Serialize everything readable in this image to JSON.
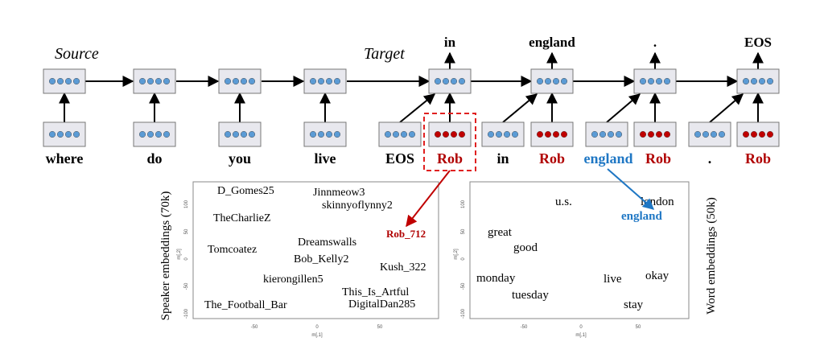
{
  "labels": {
    "source": "Source",
    "target": "Target"
  },
  "outputs": [
    "in",
    "england",
    ".",
    "EOS"
  ],
  "source_words": [
    "where",
    "do",
    "you",
    "live"
  ],
  "target_inputs": [
    {
      "word": "EOS",
      "speaker": "Rob"
    },
    {
      "word": "in",
      "speaker": "Rob"
    },
    {
      "word": "england",
      "speaker": "Rob"
    },
    {
      "word": ".",
      "speaker": "Rob"
    }
  ],
  "colors": {
    "speaker": "#b00000",
    "highlight_word": "#1f77c4",
    "node_blue": "#5b9bd5",
    "node_red": "#c00000",
    "box_fill": "#e8e8ee"
  },
  "speaker_plot": {
    "ylabel": "Speaker embeddings (70k)",
    "axis_x_label": "m[,1]",
    "axis_y_label": "m[,2]",
    "xticks": [
      "-50",
      "0",
      "50"
    ],
    "yticks": [
      "100",
      "50",
      "0",
      "-50",
      "-100"
    ],
    "points": [
      {
        "name": "D_Gomes25"
      },
      {
        "name": "Jinnmeow3"
      },
      {
        "name": "skinnyoflynny2"
      },
      {
        "name": "TheCharlieZ"
      },
      {
        "name": "Rob_712",
        "highlight": true
      },
      {
        "name": "Dreamswalls"
      },
      {
        "name": "Tomcoatez"
      },
      {
        "name": "Bob_Kelly2"
      },
      {
        "name": "Kush_322"
      },
      {
        "name": "kierongillen5"
      },
      {
        "name": "This_Is_Artful"
      },
      {
        "name": "DigitalDan285"
      },
      {
        "name": "The_Football_Bar"
      }
    ]
  },
  "word_plot": {
    "ylabel": "Word embeddings (50k)",
    "axis_x_label": "m[,1]",
    "axis_y_label": "m[,2]",
    "xticks": [
      "-50",
      "0",
      "50"
    ],
    "yticks": [
      "100",
      "50",
      "0",
      "-50",
      "-100"
    ],
    "points": [
      {
        "name": "u.s."
      },
      {
        "name": "london"
      },
      {
        "name": "england",
        "highlight": true
      },
      {
        "name": "great"
      },
      {
        "name": "good"
      },
      {
        "name": "monday"
      },
      {
        "name": "live"
      },
      {
        "name": "okay"
      },
      {
        "name": "tuesday"
      },
      {
        "name": "stay"
      }
    ]
  }
}
